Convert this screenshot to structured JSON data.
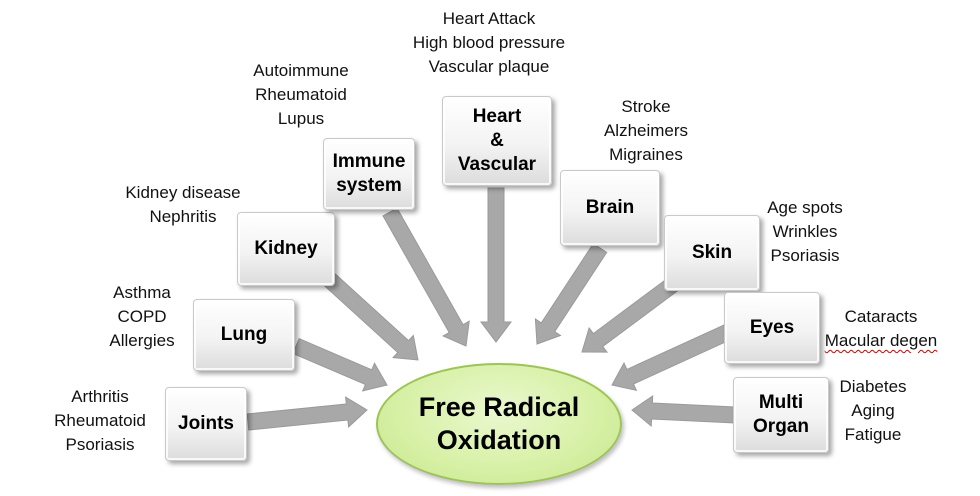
{
  "center": {
    "line1": "Free Radical",
    "line2": "Oxidation"
  },
  "organs": [
    {
      "key": "joints",
      "lines": [
        "Joints"
      ],
      "notes": [
        "Arthritis",
        "Rheumatoid",
        "Psoriasis"
      ]
    },
    {
      "key": "lung",
      "lines": [
        "Lung"
      ],
      "notes": [
        "Asthma",
        "COPD",
        "Allergies"
      ]
    },
    {
      "key": "kidney",
      "lines": [
        "Kidney"
      ],
      "notes": [
        "Kidney disease",
        "Nephritis"
      ]
    },
    {
      "key": "immune",
      "lines": [
        "Immune",
        "system"
      ],
      "notes": [
        "Autoimmune",
        "Rheumatoid",
        "Lupus"
      ]
    },
    {
      "key": "heart",
      "lines": [
        "Heart",
        "&",
        "Vascular"
      ],
      "notes": [
        "Heart Attack",
        "High blood pressure",
        "Vascular plaque"
      ]
    },
    {
      "key": "brain",
      "lines": [
        "Brain"
      ],
      "notes": [
        "Stroke",
        "Alzheimers",
        "Migraines"
      ]
    },
    {
      "key": "skin",
      "lines": [
        "Skin"
      ],
      "notes": [
        "Age spots",
        "Wrinkles",
        "Psoriasis"
      ]
    },
    {
      "key": "eyes",
      "lines": [
        "Eyes"
      ],
      "notes": [
        "Cataracts",
        "Macular degen"
      ]
    },
    {
      "key": "multi",
      "lines": [
        "Multi",
        "Organ"
      ],
      "notes": [
        "Diabetes",
        "Aging",
        "Fatigue"
      ]
    }
  ]
}
